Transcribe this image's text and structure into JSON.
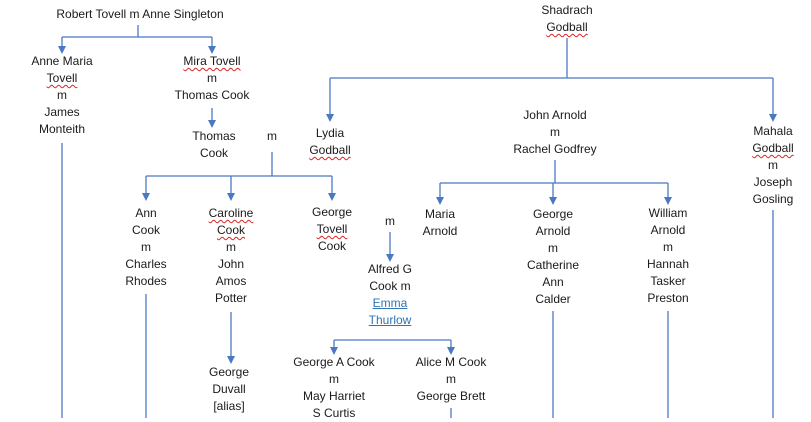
{
  "colors": {
    "line": "#4a78c2",
    "text": "#1a1a1a",
    "link": "#2e74b5",
    "squiggle": "#dd2222"
  },
  "people": {
    "robert": {
      "name": "Robert Tovell",
      "rel": "m",
      "spouse": "Anne Singleton"
    },
    "anne_maria": {
      "l1": "Anne Maria",
      "l2": "Tovell",
      "l3": "m",
      "l4": "James",
      "l5": "Monteith"
    },
    "mira": {
      "l1": "Mira Tovell",
      "l2": "m",
      "l3": "Thomas Cook"
    },
    "thomas_cook": {
      "l1": "Thomas",
      "l2": "Cook",
      "m": "m"
    },
    "shadrach": {
      "l1": "Shadrach",
      "l2": "Godball"
    },
    "lydia": {
      "l1": "Lydia",
      "l2": "Godball"
    },
    "john_arnold": {
      "l1": "John Arnold",
      "l2": "m",
      "l3": "Rachel Godfrey"
    },
    "mahala": {
      "l1": "Mahala",
      "l2": "Godball",
      "l3": "m",
      "l4": "Joseph",
      "l5": "Gosling"
    },
    "ann_cook": {
      "l1": "Ann",
      "l2": "Cook",
      "l3": "m",
      "l4": "Charles",
      "l5": "Rhodes"
    },
    "caroline": {
      "l1": "Caroline",
      "l2": "Cook",
      "l3": "m",
      "l4": "John",
      "l5": "Amos",
      "l6": "Potter"
    },
    "george_tovell": {
      "l1": "George",
      "l2": "Tovell",
      "l3": "Cook"
    },
    "m_label": "m",
    "alfred": {
      "l1": "Alfred G",
      "l2": "Cook m",
      "l3": "Emma",
      "l4": "Thurlow"
    },
    "maria_arnold": {
      "l1": "Maria",
      "l2": "Arnold"
    },
    "george_arnold": {
      "l1": "George",
      "l2": "Arnold",
      "l3": "m",
      "l4": "Catherine",
      "l5": "Ann",
      "l6": "Calder"
    },
    "william_arnold": {
      "l1": "William",
      "l2": "Arnold",
      "l3": "m",
      "l4": "Hannah",
      "l5": "Tasker",
      "l6": "Preston"
    },
    "george_duvall": {
      "l1": "George",
      "l2": "Duvall",
      "l3": "[alias]"
    },
    "george_a_cook": {
      "l1": "George A Cook",
      "l2": "m",
      "l3": "May Harriet",
      "l4": "S Curtis"
    },
    "alice_cook": {
      "l1": "Alice M Cook",
      "l2": "m",
      "l3": "George Brett"
    }
  }
}
